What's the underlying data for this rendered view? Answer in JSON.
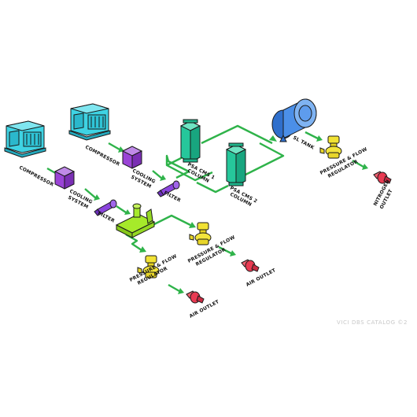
{
  "labels": {
    "compressor_1": "COMPRESSOR",
    "compressor_2": "COMPRESSOR",
    "cooling_1_a": "COOLING",
    "cooling_1_b": "SYSTEM",
    "cooling_2_a": "COOLING",
    "cooling_2_b": "SYSTEM",
    "filter_1": "FILTER",
    "filter_2": "FILTER",
    "psa1_a": "PSA CMS 1",
    "psa1_b": "COLUMN",
    "psa2_a": "PSA CMS 2",
    "psa2_b": "COLUMN",
    "sl_tank": "SL TANK",
    "pfr_1_a": "PRESSURE & FLOW",
    "pfr_1_b": "REGULATOR",
    "pfr_2_a": "PRESSURE & FLOW",
    "pfr_2_b": "REGULATOR",
    "pfr_3_a": "PRESSURE & FLOW",
    "pfr_3_b": "REGULATOR",
    "air_outlet_1": "AIR OUTLET",
    "air_outlet_2": "AIR OUTLET",
    "nitrogen_a": "NITROGEN",
    "nitrogen_b": "OUTLET",
    "watermark": "VICI DBS CATALOG ©2"
  },
  "colors": {
    "pipe": "#2fb34a",
    "compressor": "#3fd3e3",
    "cooling": "#9a44d6",
    "filter": "#8b45dd",
    "manifold": "#a6ea2a",
    "psa": "#26c79b",
    "tank": "#4b8fe8",
    "regulator": "#f1e234",
    "outlet": "#e93a52"
  }
}
